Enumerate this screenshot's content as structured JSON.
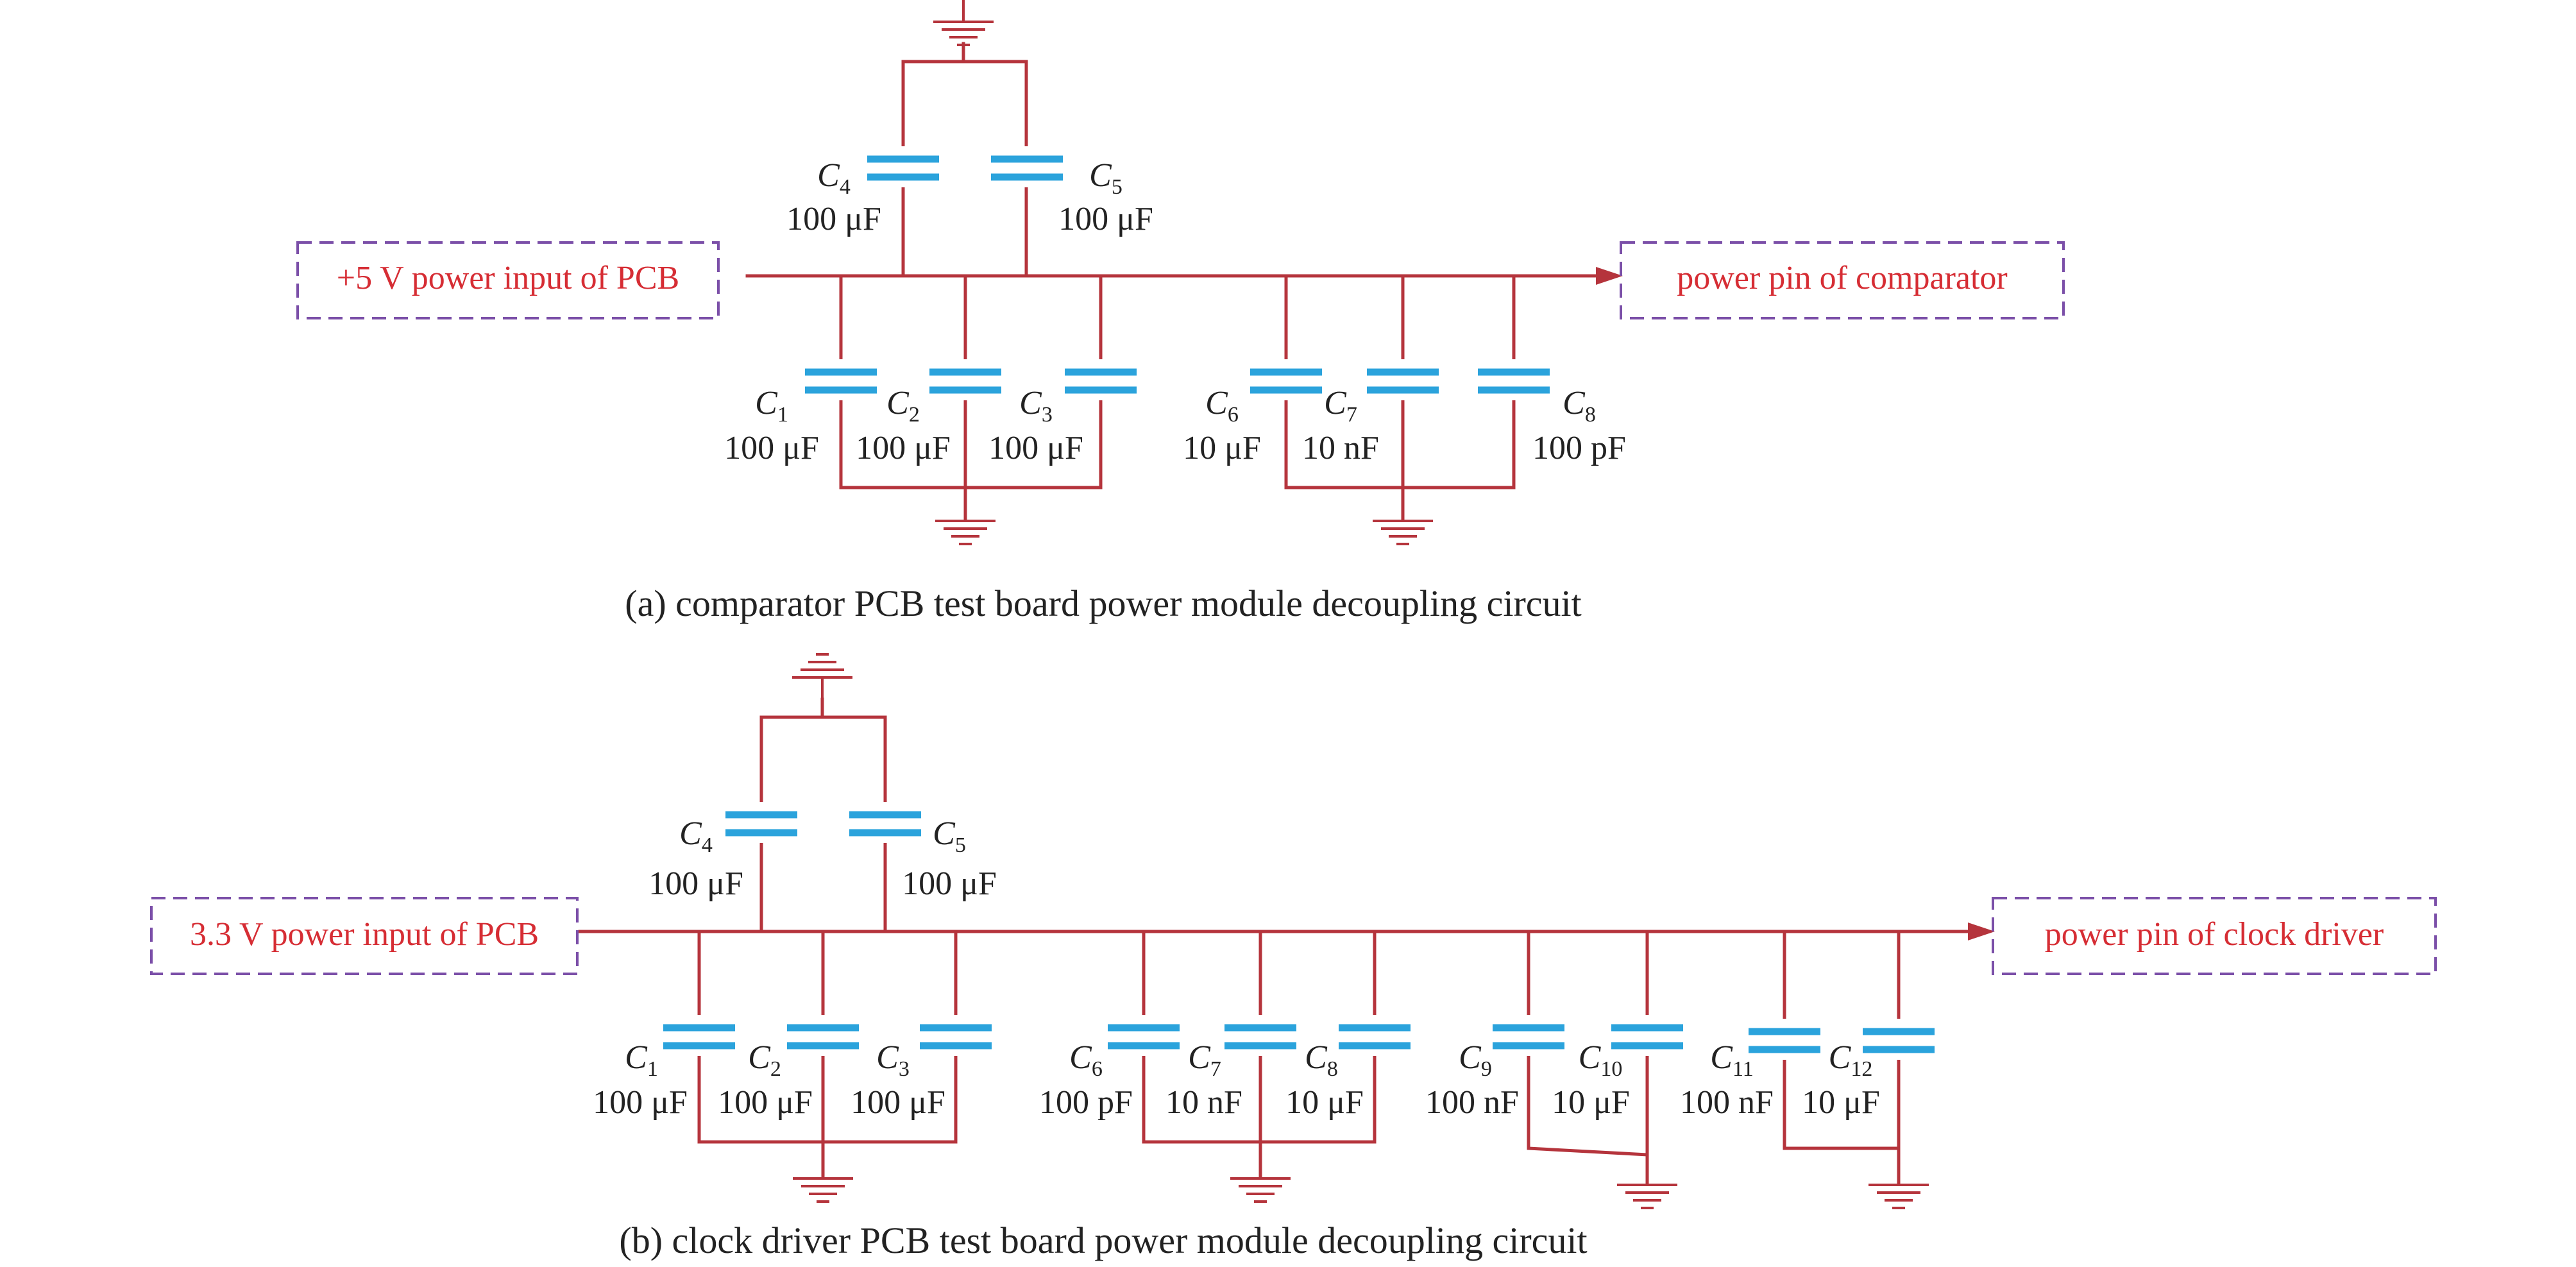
{
  "diagram_a": {
    "caption": "(a) comparator PCB test board power module decoupling circuit",
    "input_label": "+5 V power input of PCB",
    "output_label": "power pin of comparator",
    "capacitors": [
      {
        "sub": "4",
        "value": "100 μF"
      },
      {
        "sub": "5",
        "value": "100 μF"
      },
      {
        "sub": "1",
        "value": "100 μF"
      },
      {
        "sub": "2",
        "value": "100 μF"
      },
      {
        "sub": "3",
        "value": "100 μF"
      },
      {
        "sub": "6",
        "value": "10 μF"
      },
      {
        "sub": "7",
        "value": "10 nF"
      },
      {
        "sub": "8",
        "value": "100 pF"
      }
    ]
  },
  "diagram_b": {
    "caption": "(b) clock driver PCB test board power module decoupling circuit",
    "input_label": "3.3 V power input of PCB",
    "output_label": "power pin of clock driver",
    "capacitors": [
      {
        "sub": "4",
        "value": "100 μF"
      },
      {
        "sub": "5",
        "value": "100 μF"
      },
      {
        "sub": "1",
        "value": "100 μF"
      },
      {
        "sub": "2",
        "value": "100 μF"
      },
      {
        "sub": "3",
        "value": "100 μF"
      },
      {
        "sub": "6",
        "value": "100 pF"
      },
      {
        "sub": "7",
        "value": "10 nF"
      },
      {
        "sub": "8",
        "value": "10 μF"
      },
      {
        "sub": "9",
        "value": "100 nF"
      },
      {
        "sub": "10",
        "value": "10 μF"
      },
      {
        "sub": "11",
        "value": "100 nF"
      },
      {
        "sub": "12",
        "value": "10 μF"
      }
    ],
    "cap_letter": "C"
  }
}
